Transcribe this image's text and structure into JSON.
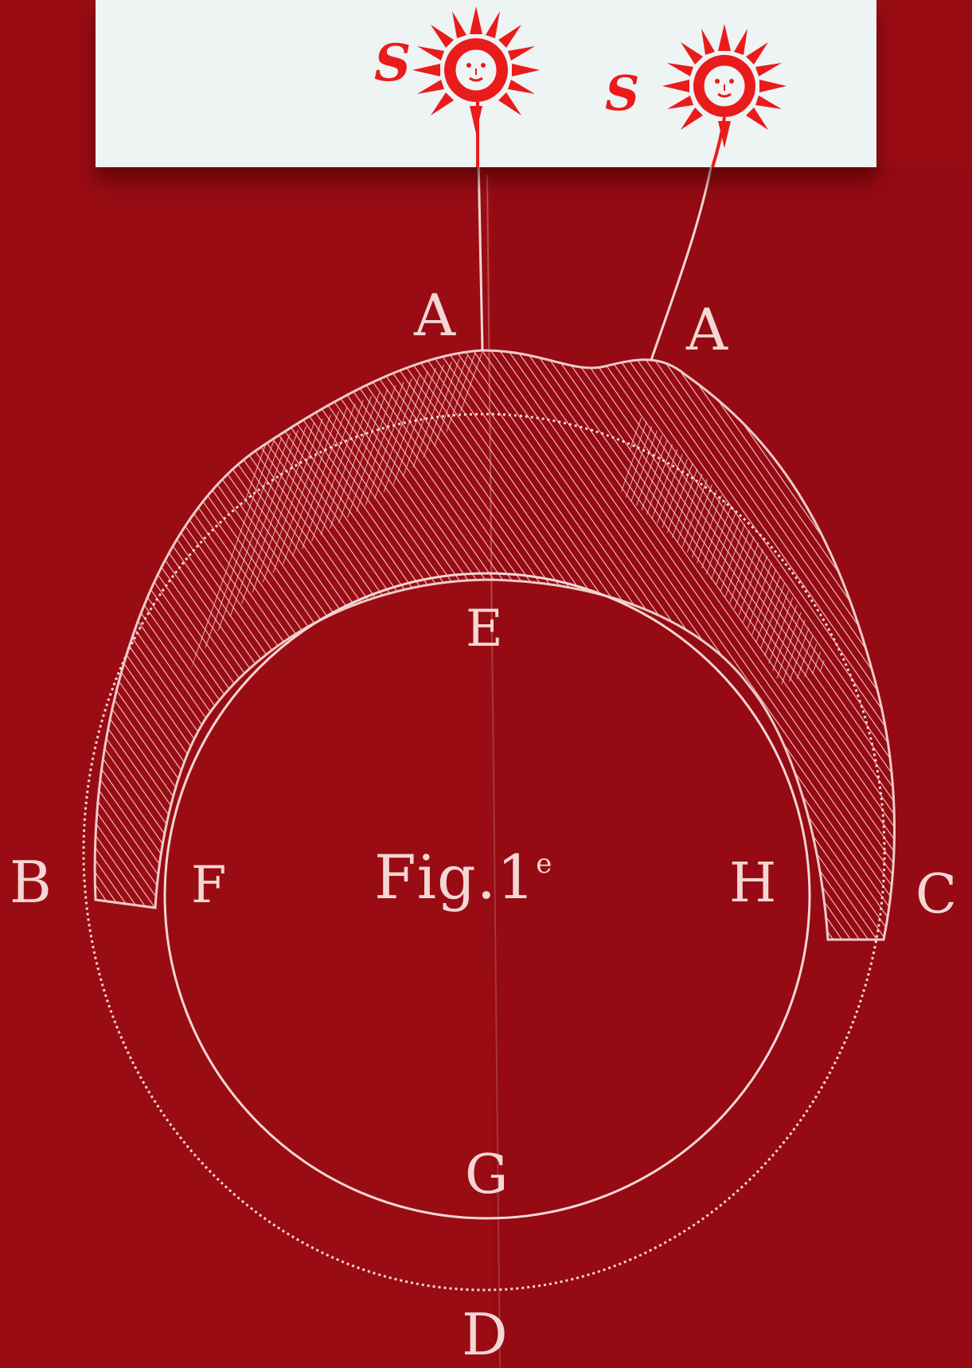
{
  "sun_letters": {
    "left": "S",
    "right": "S"
  },
  "point_labels": {
    "A_left": "A",
    "A_right": "A",
    "E": "E",
    "B": "B",
    "F": "F",
    "H": "H",
    "C": "C",
    "G": "G",
    "D": "D"
  },
  "figure_caption": {
    "text": "Fig.1",
    "superscript": "e"
  },
  "colors": {
    "background": "#9a0c14",
    "engraving": "#f3d7d4",
    "top_strip": "#eef3f4",
    "sun_red": "#ea1b1b"
  },
  "icons": {
    "sun": "sun-face-icon"
  }
}
